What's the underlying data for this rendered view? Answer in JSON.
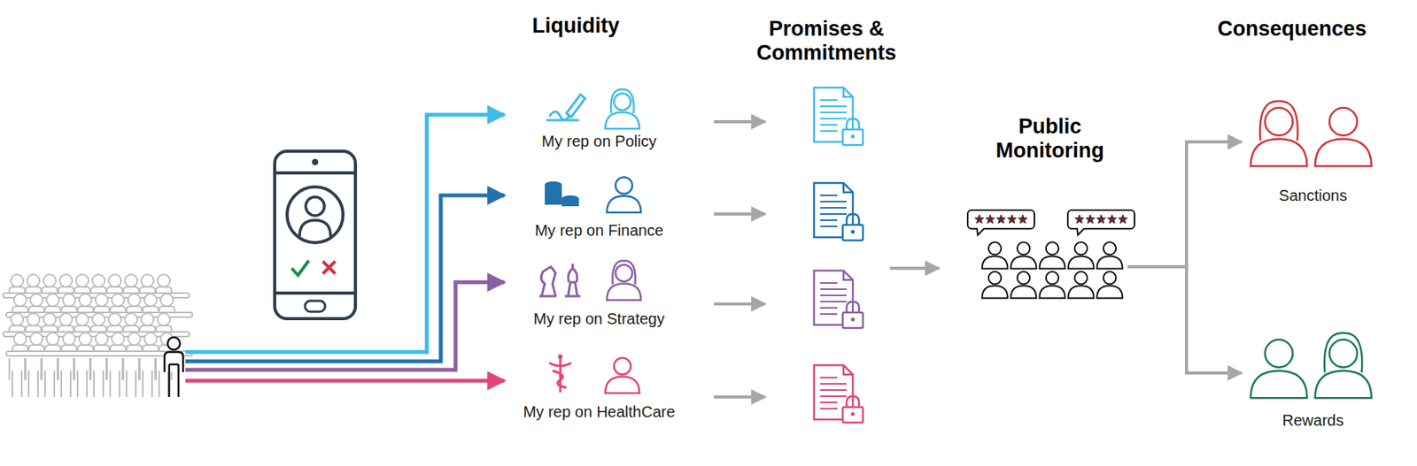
{
  "diagram": {
    "nodes": [
      {
        "text": [
          "My rep on Policy"
        ]
      },
      {
        "text": [
          "My rep on Finance"
        ]
      },
      {
        "text": [
          "My rep on Strategy"
        ]
      },
      {
        "text": [
          "My rep on HealthCare"
        ]
      },
      {
        "text": [
          "Public Monitoring"
        ]
      },
      {
        "text": [
          "Sanctions"
        ]
      },
      {
        "text": [
          "Rewards"
        ]
      }
    ],
    "edges": [
      {
        "from": 4,
        "to": 5,
        "arrow": "to"
      },
      {
        "from": 4,
        "to": 6,
        "arrow": "to"
      }
    ],
    "labels": [
      "Liquidity",
      "Promises & Commitments",
      "Consequences"
    ]
  }
}
